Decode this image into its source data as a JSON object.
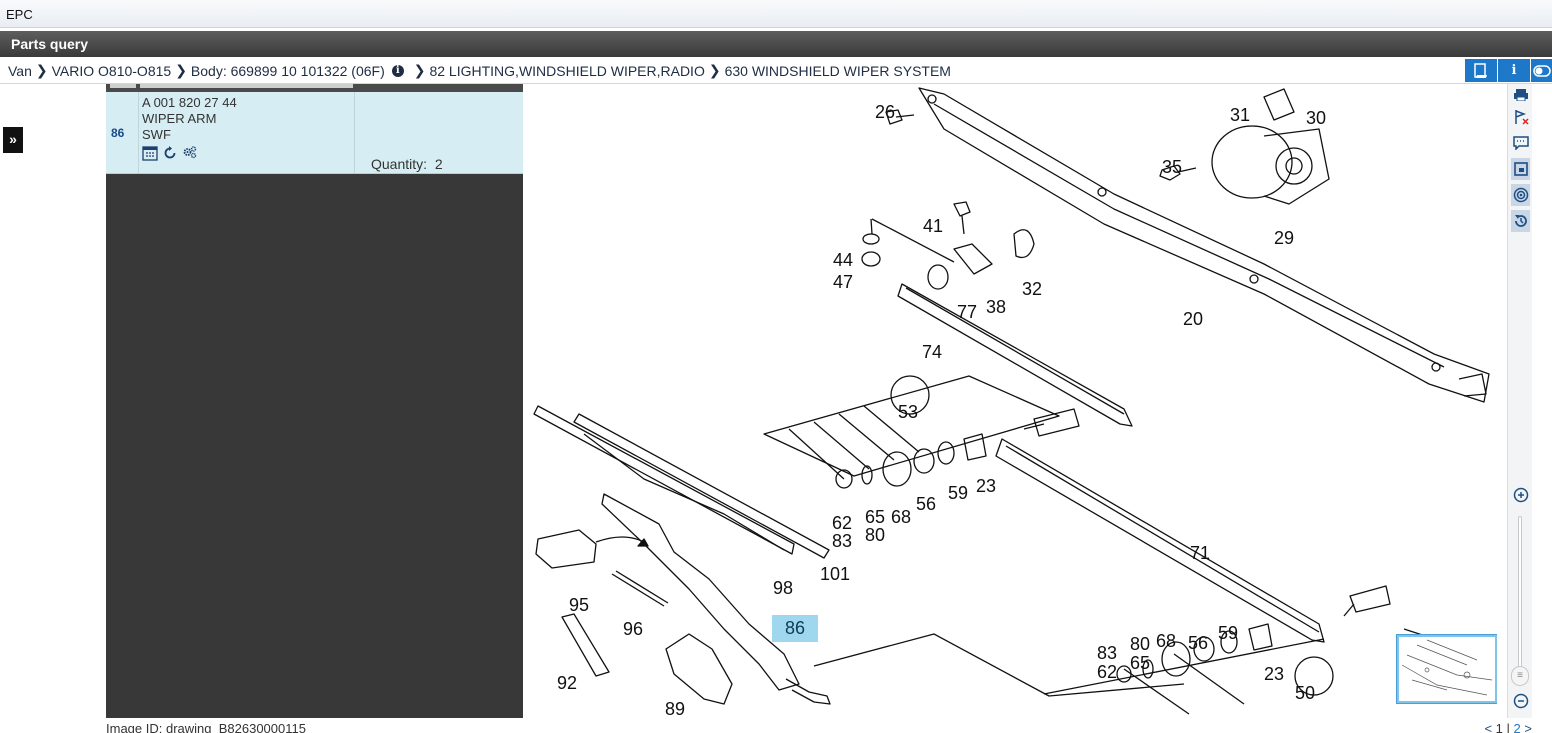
{
  "window": {
    "title": "EPC"
  },
  "panel": {
    "title": "Parts query"
  },
  "breadcrumb": {
    "items": [
      "Van",
      "VARIO O810-O815",
      "Body: 669899 10 101322 (06F)",
      "82 LIGHTING,WINDSHIELD WIPER,RADIO",
      "630 WINDSHIELD WIPER SYSTEM"
    ],
    "info_glyph": "i"
  },
  "toolbar_buttons": [
    "print-preview-icon",
    "info-icon",
    "toggle-icon"
  ],
  "part": {
    "position": "86",
    "number": "A 001 820 27 44",
    "name": "WIPER ARM",
    "supplier": "SWF",
    "quantity_label": "Quantity:",
    "quantity": "2",
    "icons": [
      "calendar-icon",
      "refresh-icon",
      "gears-icon"
    ]
  },
  "drawing": {
    "callouts": [
      "26",
      "31",
      "30",
      "35",
      "29",
      "41",
      "44",
      "47",
      "32",
      "77",
      "38",
      "20",
      "74",
      "53",
      "62",
      "83",
      "65",
      "80",
      "68",
      "56",
      "59",
      "23",
      "71",
      "101",
      "98",
      "95",
      "96",
      "92",
      "89",
      "86",
      "83",
      "62",
      "80",
      "65",
      "68",
      "56",
      "59",
      "23",
      "50"
    ],
    "highlighted": "86"
  },
  "side_tools": [
    "print-icon",
    "flag-clear-icon",
    "comment-icon",
    "window-icon",
    "target-icon",
    "history-icon"
  ],
  "zoom": {
    "in": "+",
    "out": "−",
    "thumb": "≡"
  },
  "footer": {
    "image_id_label": "Image ID:",
    "image_id": "drawing_B82630000115",
    "pager_prev": "<",
    "pager_page1": "1",
    "pager_sep": "|",
    "pager_page2": "2",
    "pager_next": ">"
  }
}
